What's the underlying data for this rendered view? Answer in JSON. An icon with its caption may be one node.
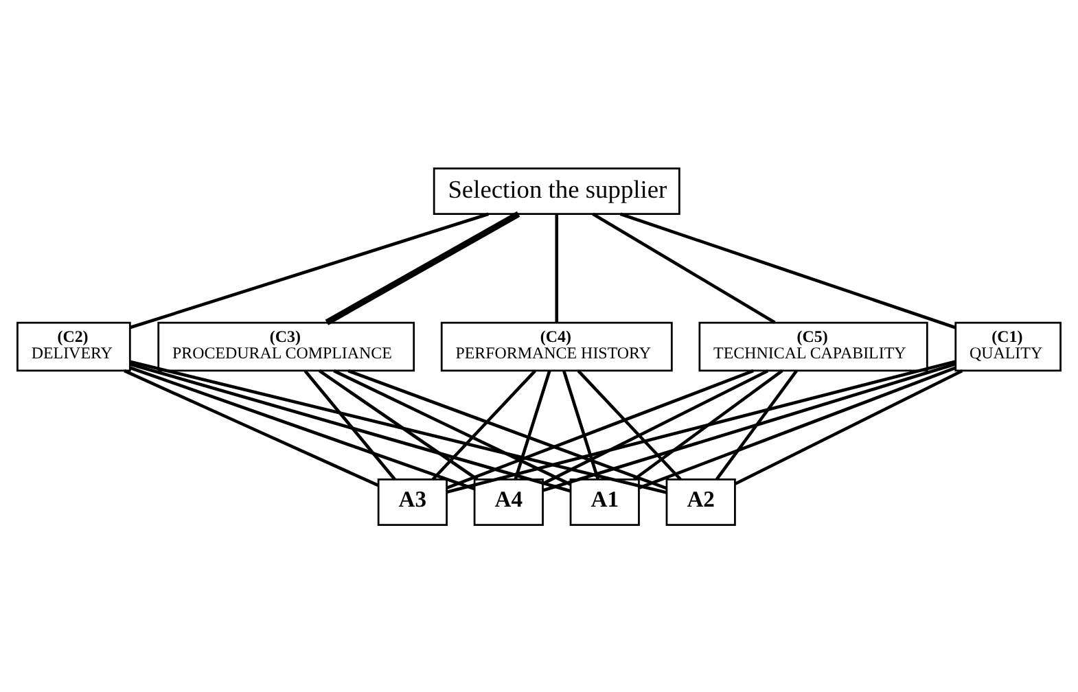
{
  "diagram": {
    "nodes": [
      {
        "text": [
          "Selection the supplier"
        ]
      },
      {
        "text": [
          "(C1)",
          "QUALITY"
        ]
      },
      {
        "text": [
          "(C2)",
          "DELIVERY"
        ]
      },
      {
        "text": [
          "(C3)",
          "PROCEDURAL COMPLIANCE"
        ]
      },
      {
        "text": [
          "(C4)",
          "PERFORMANCE HISTORY"
        ]
      },
      {
        "text": [
          "(C5)",
          "TECHNICAL CAPABILITY"
        ]
      },
      {
        "text": [
          "A1"
        ]
      },
      {
        "text": [
          "A2"
        ]
      },
      {
        "text": [
          "A3"
        ]
      },
      {
        "text": [
          "A4"
        ]
      }
    ],
    "edges": [
      {
        "from": 0,
        "to": 1,
        "arrow": "none"
      },
      {
        "from": 0,
        "to": 2,
        "arrow": "none"
      },
      {
        "from": 0,
        "to": 3,
        "arrow": "none",
        "style": "thick"
      },
      {
        "from": 0,
        "to": 4,
        "arrow": "none"
      },
      {
        "from": 0,
        "to": 5,
        "arrow": "none"
      },
      {
        "from": 1,
        "to": 6,
        "arrow": "none"
      },
      {
        "from": 1,
        "to": 7,
        "arrow": "none"
      },
      {
        "from": 1,
        "to": 8,
        "arrow": "none"
      },
      {
        "from": 1,
        "to": 9,
        "arrow": "none"
      },
      {
        "from": 2,
        "to": 6,
        "arrow": "none"
      },
      {
        "from": 2,
        "to": 7,
        "arrow": "none"
      },
      {
        "from": 2,
        "to": 8,
        "arrow": "none"
      },
      {
        "from": 2,
        "to": 9,
        "arrow": "none"
      },
      {
        "from": 3,
        "to": 6,
        "arrow": "none"
      },
      {
        "from": 3,
        "to": 7,
        "arrow": "none"
      },
      {
        "from": 3,
        "to": 8,
        "arrow": "none"
      },
      {
        "from": 3,
        "to": 9,
        "arrow": "none"
      },
      {
        "from": 4,
        "to": 6,
        "arrow": "none"
      },
      {
        "from": 4,
        "to": 7,
        "arrow": "none"
      },
      {
        "from": 4,
        "to": 8,
        "arrow": "none"
      },
      {
        "from": 4,
        "to": 9,
        "arrow": "none"
      },
      {
        "from": 5,
        "to": 6,
        "arrow": "none"
      },
      {
        "from": 5,
        "to": 7,
        "arrow": "none"
      },
      {
        "from": 5,
        "to": 8,
        "arrow": "none"
      },
      {
        "from": 5,
        "to": 9,
        "arrow": "none"
      }
    ]
  }
}
